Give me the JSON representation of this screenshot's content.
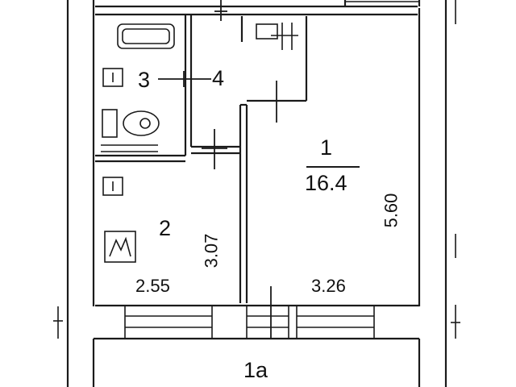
{
  "rooms": [
    {
      "id": "1",
      "label": "1",
      "area": "16.4",
      "width": "3.26",
      "length": "5.60"
    },
    {
      "id": "2",
      "label": "2",
      "width": "2.55",
      "length": "3.07"
    },
    {
      "id": "3",
      "label": "3"
    },
    {
      "id": "4",
      "label": "4"
    },
    {
      "id": "1a",
      "label": "1а"
    }
  ],
  "colors": {
    "ink": "#1a1a1a",
    "paper": "#ffffff"
  }
}
